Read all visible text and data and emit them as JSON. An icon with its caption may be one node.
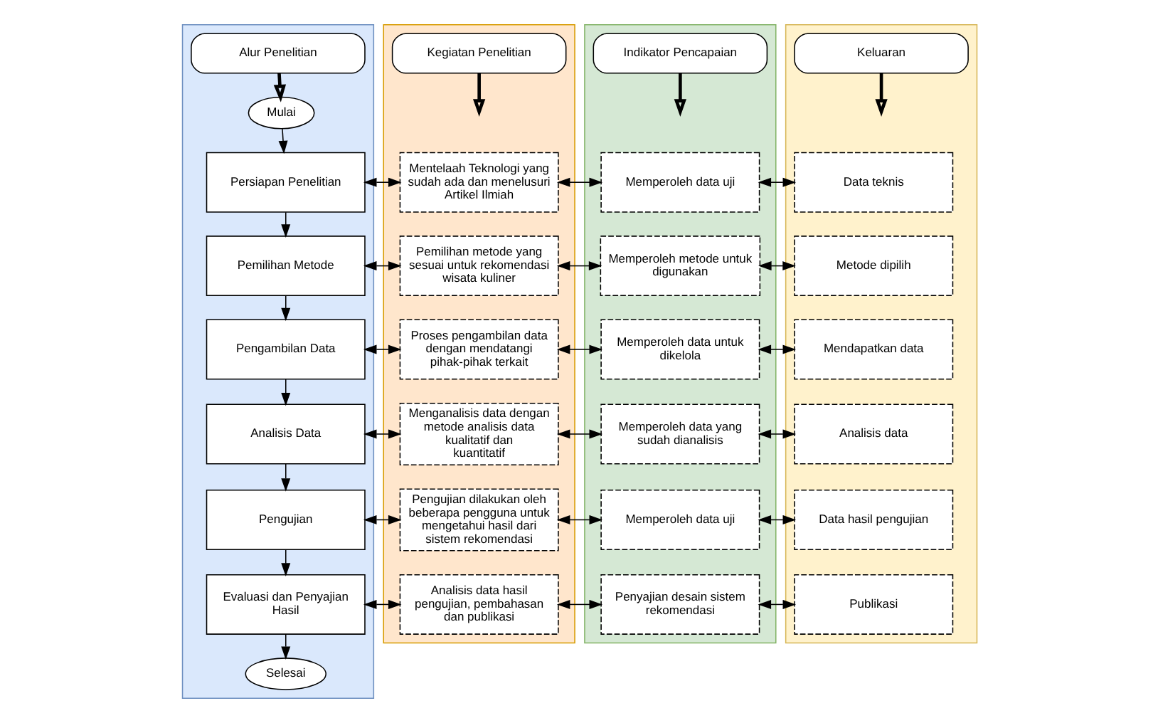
{
  "diagram": {
    "nodes": [
      {
        "text": [],
        "shape": "box"
      },
      {
        "text": [
          "Alur Penelitian"
        ],
        "in": 0
      },
      {
        "text": [
          "Mulai"
        ],
        "in": 0
      },
      {
        "text": [
          "Persiapan Penelitian"
        ],
        "in": 0
      },
      {
        "text": [
          "Pemilihan Metode"
        ],
        "in": 0
      },
      {
        "text": [
          "Pengambilan Data"
        ],
        "in": 0
      },
      {
        "text": [
          "Analisis Data"
        ],
        "in": 0
      },
      {
        "text": [
          "Pengujian"
        ],
        "in": 0
      },
      {
        "text": [
          "Evaluasi dan Penyajian Hasil"
        ],
        "in": 0
      },
      {
        "text": [
          "Selesai"
        ],
        "in": 0
      },
      {
        "text": [],
        "shape": "box"
      },
      {
        "text": [
          "Kegiatan Penelitian"
        ],
        "in": 10
      },
      {
        "text": [
          "Mentelaah Teknologi yang sudah ada dan menelusuri Artikel Ilmiah"
        ],
        "in": 10
      },
      {
        "text": [
          "Pemilihan metode yang sesuai untuk rekomendasi wisata kuliner"
        ],
        "in": 10
      },
      {
        "text": [
          "Proses pengambilan data dengan mendatangi pihak-pihak terkait"
        ],
        "in": 10
      },
      {
        "text": [
          "Menganalisis data dengan metode analisis data kualitatif dan kuantitatif"
        ],
        "in": 10
      },
      {
        "text": [
          "Pengujian dilakukan oleh beberapa pengguna untuk mengetahui hasil dari sistem rekomendasi"
        ],
        "in": 10
      },
      {
        "text": [
          "Analisis data hasil pengujian, pembahasan dan publikasi"
        ],
        "in": 10
      },
      {
        "text": [],
        "shape": "box"
      },
      {
        "text": [
          "Indikator Pencapaian"
        ],
        "in": 18
      },
      {
        "text": [
          "Memperoleh data uji"
        ],
        "in": 18
      },
      {
        "text": [
          "Memperoleh metode untuk digunakan"
        ],
        "in": 18
      },
      {
        "text": [
          "Memperoleh data untuk dikelola"
        ],
        "in": 18
      },
      {
        "text": [
          "Memperoleh data yang sudah dianalisis"
        ],
        "in": 18
      },
      {
        "text": [
          "Memperoleh data uji"
        ],
        "in": 18
      },
      {
        "text": [
          "Penyajian desain sistem rekomendasi"
        ],
        "in": 18
      },
      {
        "text": [],
        "shape": "box"
      },
      {
        "text": [
          "Keluaran"
        ],
        "in": 26
      },
      {
        "text": [
          "Data teknis"
        ],
        "in": 26
      },
      {
        "text": [
          "Metode dipilih"
        ],
        "in": 26
      },
      {
        "text": [
          "Mendapatkan data"
        ],
        "in": 26
      },
      {
        "text": [
          "Analisis data"
        ],
        "in": 26
      },
      {
        "text": [
          "Data hasil pengujian"
        ],
        "in": 26
      },
      {
        "text": [
          "Publikasi"
        ],
        "in": 26
      }
    ],
    "edges": [
      {
        "from": 1,
        "to": 2,
        "arrow": "to",
        "style": "thick"
      },
      {
        "from": 2,
        "to": 3,
        "arrow": "to"
      },
      {
        "from": 3,
        "to": 4,
        "arrow": "to"
      },
      {
        "from": 4,
        "to": 5,
        "arrow": "to"
      },
      {
        "from": 5,
        "to": 6,
        "arrow": "to"
      },
      {
        "from": 6,
        "to": 7,
        "arrow": "to"
      },
      {
        "from": 7,
        "to": 8,
        "arrow": "to"
      },
      {
        "from": 8,
        "to": 9,
        "arrow": "to"
      },
      {
        "from": 11,
        "to": null,
        "arrow": "to",
        "style": "thick"
      },
      {
        "from": 19,
        "to": null,
        "arrow": "to",
        "style": "thick"
      },
      {
        "from": 27,
        "to": null,
        "arrow": "to",
        "style": "thick"
      },
      {
        "from": 3,
        "to": 12,
        "arrow": "both"
      },
      {
        "from": 12,
        "to": 20,
        "arrow": "both"
      },
      {
        "from": 20,
        "to": 28,
        "arrow": "both"
      },
      {
        "from": 4,
        "to": 13,
        "arrow": "both"
      },
      {
        "from": 13,
        "to": 21,
        "arrow": "both"
      },
      {
        "from": 21,
        "to": 29,
        "arrow": "both"
      },
      {
        "from": 5,
        "to": 14,
        "arrow": "both"
      },
      {
        "from": 14,
        "to": 22,
        "arrow": "both"
      },
      {
        "from": 22,
        "to": 30,
        "arrow": "both"
      },
      {
        "from": 6,
        "to": 15,
        "arrow": "both"
      },
      {
        "from": 15,
        "to": 23,
        "arrow": "both"
      },
      {
        "from": 23,
        "to": 31,
        "arrow": "both"
      },
      {
        "from": 7,
        "to": 16,
        "arrow": "both"
      },
      {
        "from": 16,
        "to": 24,
        "arrow": "both"
      },
      {
        "from": 24,
        "to": 32,
        "arrow": "both"
      },
      {
        "from": 8,
        "to": 17,
        "arrow": "both"
      },
      {
        "from": 17,
        "to": 25,
        "arrow": "both"
      },
      {
        "from": 25,
        "to": 33,
        "arrow": "both"
      }
    ]
  }
}
